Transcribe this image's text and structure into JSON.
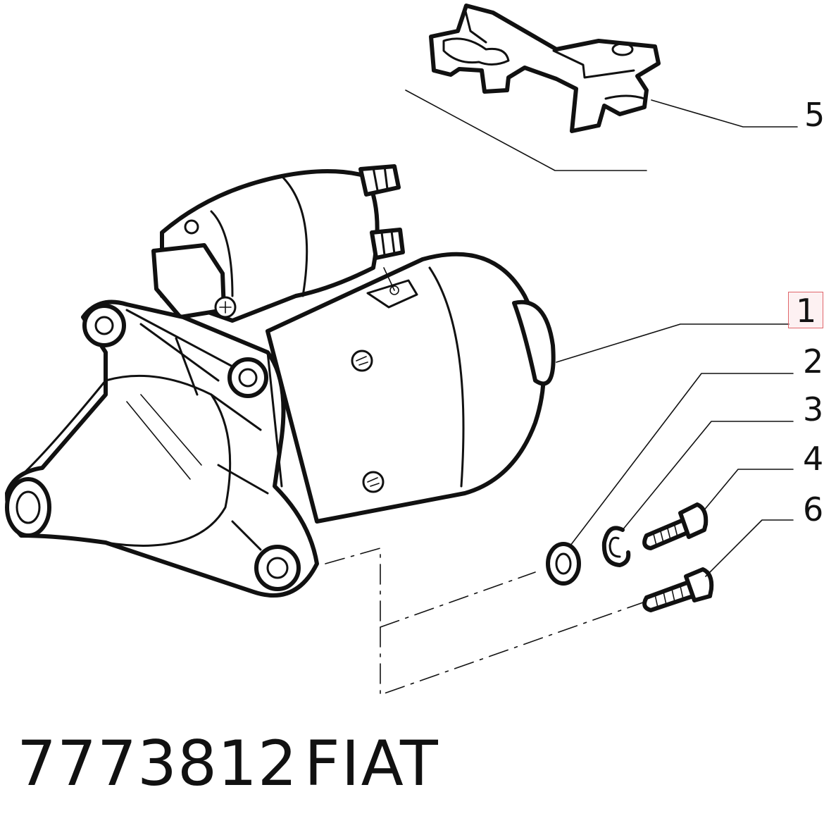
{
  "callouts": [
    {
      "id": "1",
      "label": "1",
      "highlighted": true
    },
    {
      "id": "2",
      "label": "2"
    },
    {
      "id": "3",
      "label": "3"
    },
    {
      "id": "4",
      "label": "4"
    },
    {
      "id": "5",
      "label": "5"
    },
    {
      "id": "6",
      "label": "6"
    }
  ],
  "footer": {
    "part_number": "7773812",
    "brand": "FIAT"
  },
  "colors": {
    "ink": "#111111",
    "highlight_border": "#e0666b"
  }
}
